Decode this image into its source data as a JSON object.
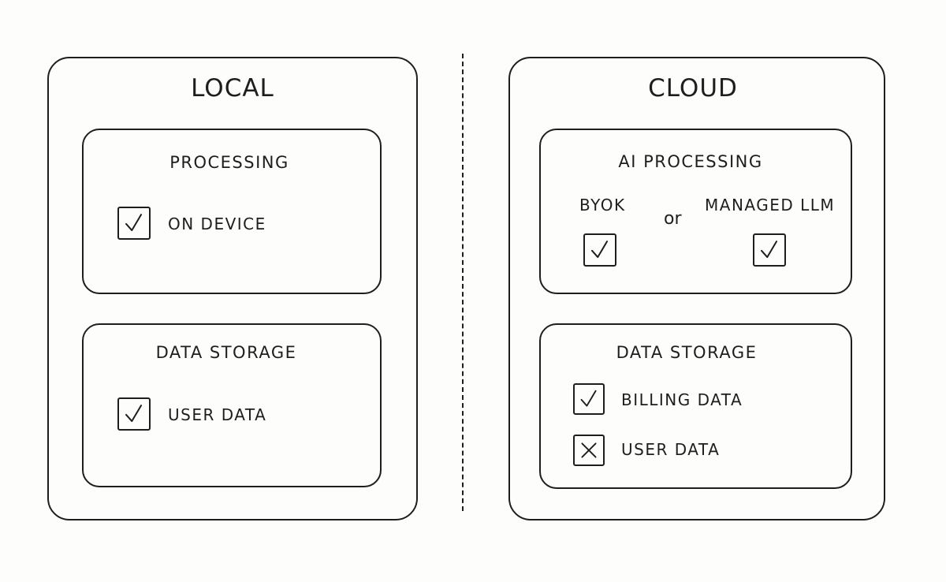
{
  "local": {
    "title": "LOCAL",
    "processing": {
      "title": "PROCESSING",
      "item": {
        "label": "ON DEVICE",
        "state": "checked"
      }
    },
    "storage": {
      "title": "DATA STORAGE",
      "item": {
        "label": "USER DATA",
        "state": "checked"
      }
    }
  },
  "cloud": {
    "title": "CLOUD",
    "processing": {
      "title": "AI PROCESSING",
      "option_a": {
        "label": "BYOK",
        "state": "checked"
      },
      "separator": "or",
      "option_b": {
        "label": "MANAGED LLM",
        "state": "checked"
      }
    },
    "storage": {
      "title": "DATA STORAGE",
      "items": [
        {
          "label": "BILLING DATA",
          "state": "checked"
        },
        {
          "label": "USER DATA",
          "state": "crossed"
        }
      ]
    }
  },
  "icons": {
    "check": "check-icon",
    "cross": "cross-icon"
  },
  "colors": {
    "stroke": "#1e1e1e",
    "background": "#fdfdfb"
  }
}
